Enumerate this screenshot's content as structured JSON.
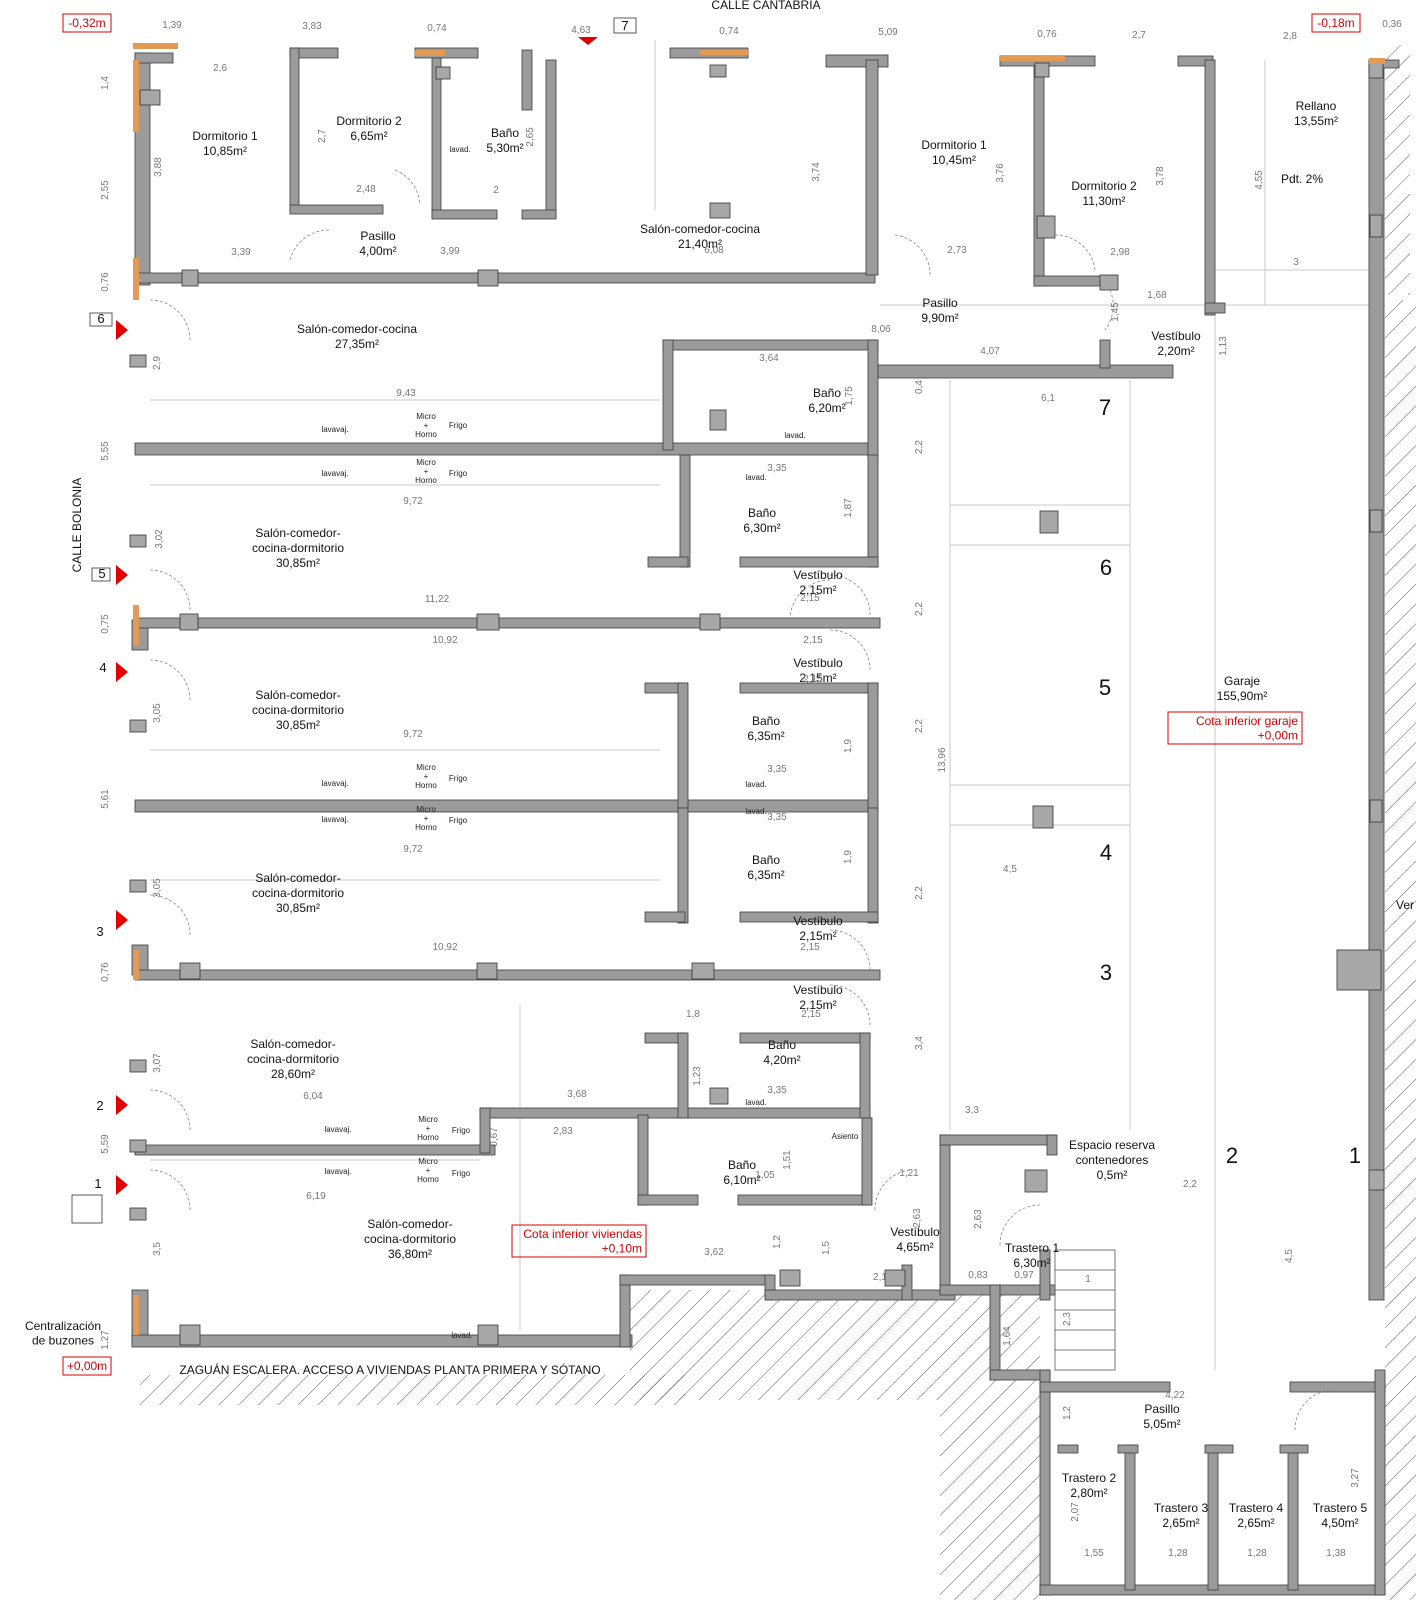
{
  "streets": {
    "top": "CALLE CANTABRIA",
    "left": "CALLE BOLONIA"
  },
  "footer": "ZAGUÁN ESCALERA. ACCESO A VIVIENDAS PLANTA PRIMERA Y SÓTANO",
  "mailboxes": "Centralización\nde buzones",
  "levels": {
    "top_left": "-0,32m",
    "top_right": "-0,18m",
    "bottom_left": "+0,00m",
    "garage": "Cota inferior garaje\n+0,00m",
    "dwellings": "Cota inferior viviendas\n+0,10m"
  },
  "entrances": [
    "1",
    "2",
    "3",
    "4",
    "5",
    "6",
    "7"
  ],
  "rooms": [
    {
      "id": "dorm1-a",
      "text": "Dormitorio 1\n10,85m²"
    },
    {
      "id": "dorm2-a",
      "text": "Dormitorio 2\n6,65m²"
    },
    {
      "id": "bano-a",
      "text": "Baño\n5,30m²"
    },
    {
      "id": "pasillo-a",
      "text": "Pasillo\n4,00m²"
    },
    {
      "id": "salon-a",
      "text": "Salón-comedor-cocina\n21,40m²"
    },
    {
      "id": "dorm1-b",
      "text": "Dormitorio 1\n10,45m²"
    },
    {
      "id": "dorm2-b",
      "text": "Dormitorio 2\n11,30m²"
    },
    {
      "id": "rellano",
      "text": "Rellano\n13,55m²"
    },
    {
      "id": "pdt",
      "text": "Pdt. 2%"
    },
    {
      "id": "pasillo-b",
      "text": "Pasillo\n9,90m²"
    },
    {
      "id": "vestibulo-b",
      "text": "Vestíbulo\n2,20m²"
    },
    {
      "id": "salon-6",
      "text": "Salón-comedor-cocina\n27,35m²"
    },
    {
      "id": "bano-6",
      "text": "Baño\n6,20m²"
    },
    {
      "id": "salon-5",
      "text": "Salón-comedor-\ncocina-dormitorio\n30,85m²"
    },
    {
      "id": "bano-5",
      "text": "Baño\n6,30m²"
    },
    {
      "id": "vest-5",
      "text": "Vestíbulo\n2,15m²"
    },
    {
      "id": "vest-4",
      "text": "Vestíbulo\n2,15m²"
    },
    {
      "id": "salon-4",
      "text": "Salón-comedor-\ncocina-dormitorio\n30,85m²"
    },
    {
      "id": "bano-4",
      "text": "Baño\n6,35m²"
    },
    {
      "id": "bano-3",
      "text": "Baño\n6,35m²"
    },
    {
      "id": "salon-3",
      "text": "Salón-comedor-\ncocina-dormitorio\n30,85m²"
    },
    {
      "id": "vest-3",
      "text": "Vestíbulo\n2,15m²"
    },
    {
      "id": "vest-2",
      "text": "Vestíbulo\n2,15m²"
    },
    {
      "id": "salon-2",
      "text": "Salón-comedor-\ncocina-dormitorio\n28,60m²"
    },
    {
      "id": "bano-2",
      "text": "Baño\n4,20m²"
    },
    {
      "id": "bano-1",
      "text": "Baño\n6,10m²"
    },
    {
      "id": "salon-1",
      "text": "Salón-comedor-\ncocina-dormitorio\n36,80m²"
    },
    {
      "id": "vest-1",
      "text": "Vestíbulo\n4,65m²"
    },
    {
      "id": "garaje",
      "text": "Garaje\n155,90m²"
    },
    {
      "id": "contenedores",
      "text": "Espacio reserva\ncontenedores\n0,5m²"
    },
    {
      "id": "trastero1",
      "text": "Trastero 1\n6,30m²"
    },
    {
      "id": "pasillo-c",
      "text": "Pasillo\n5,05m²"
    },
    {
      "id": "trastero2",
      "text": "Trastero 2\n2,80m²"
    },
    {
      "id": "trastero3",
      "text": "Trastero 3\n2,65m²"
    },
    {
      "id": "trastero4",
      "text": "Trastero 4\n2,65m²"
    },
    {
      "id": "trastero5",
      "text": "Trastero 5\n4,50m²"
    }
  ],
  "parking": [
    "7",
    "6",
    "5",
    "4",
    "3",
    "2",
    "1"
  ],
  "fixtures": {
    "lavavaj": "lavavaj.",
    "micro": "Micro\n+\nHorno",
    "frigo": "Frigo",
    "lavad": "lavad.",
    "asiento": "Asiento"
  },
  "ver": "Ver",
  "dims": {
    "top": [
      "1,39",
      "3,83",
      "0,74",
      "4,63",
      "7",
      "0,74",
      "5,09",
      "0,76",
      "2,7",
      "2,8",
      "0,36"
    ],
    "left": [
      "1,4",
      "2,55",
      "0,76",
      "2,9",
      "5,55",
      "3,02",
      "0,75",
      "3,05",
      "5,61",
      "3,05",
      "0,76",
      "3,07",
      "5,59",
      "3,5",
      "1,27"
    ],
    "inner": [
      "2,6",
      "2,7",
      "3,88",
      "2,48",
      "2,65",
      "2",
      "3,39",
      "3,99",
      "3,74",
      "6,08",
      "3,76",
      "2,73",
      "3,78",
      "2,98",
      "1,68",
      "4,55",
      "3",
      "1,45",
      "1,13",
      "8,06",
      "4,07",
      "3,64",
      "1,75",
      "0,4",
      "6,1",
      "9,43",
      "2,2",
      "3,35",
      "1,87",
      "9,72",
      "11,22",
      "2,15",
      "2,15",
      "10,92",
      "2,15",
      "2,2",
      "13,96",
      "9,72",
      "1,9",
      "3,35",
      "2,2",
      "9,72",
      "3,35",
      "1,9",
      "4,5",
      "2,2",
      "10,92",
      "2,15",
      "1,8",
      "2,15",
      "3,4",
      "1,23",
      "6,04",
      "3,68",
      "3,35",
      "3,3",
      "2,83",
      "0,67",
      "1,51",
      "1,05",
      "1,21",
      "2,2",
      "6,19",
      "3,62",
      "1,2",
      "1,5",
      "2,63",
      "2,63",
      "2,1",
      "0,83",
      "0,97",
      "1",
      "2,3",
      "1,64",
      "4,5",
      "4,22",
      "1,2",
      "3,27",
      "2,07",
      "1,55",
      "1,28",
      "1,28",
      "1,38"
    ]
  }
}
